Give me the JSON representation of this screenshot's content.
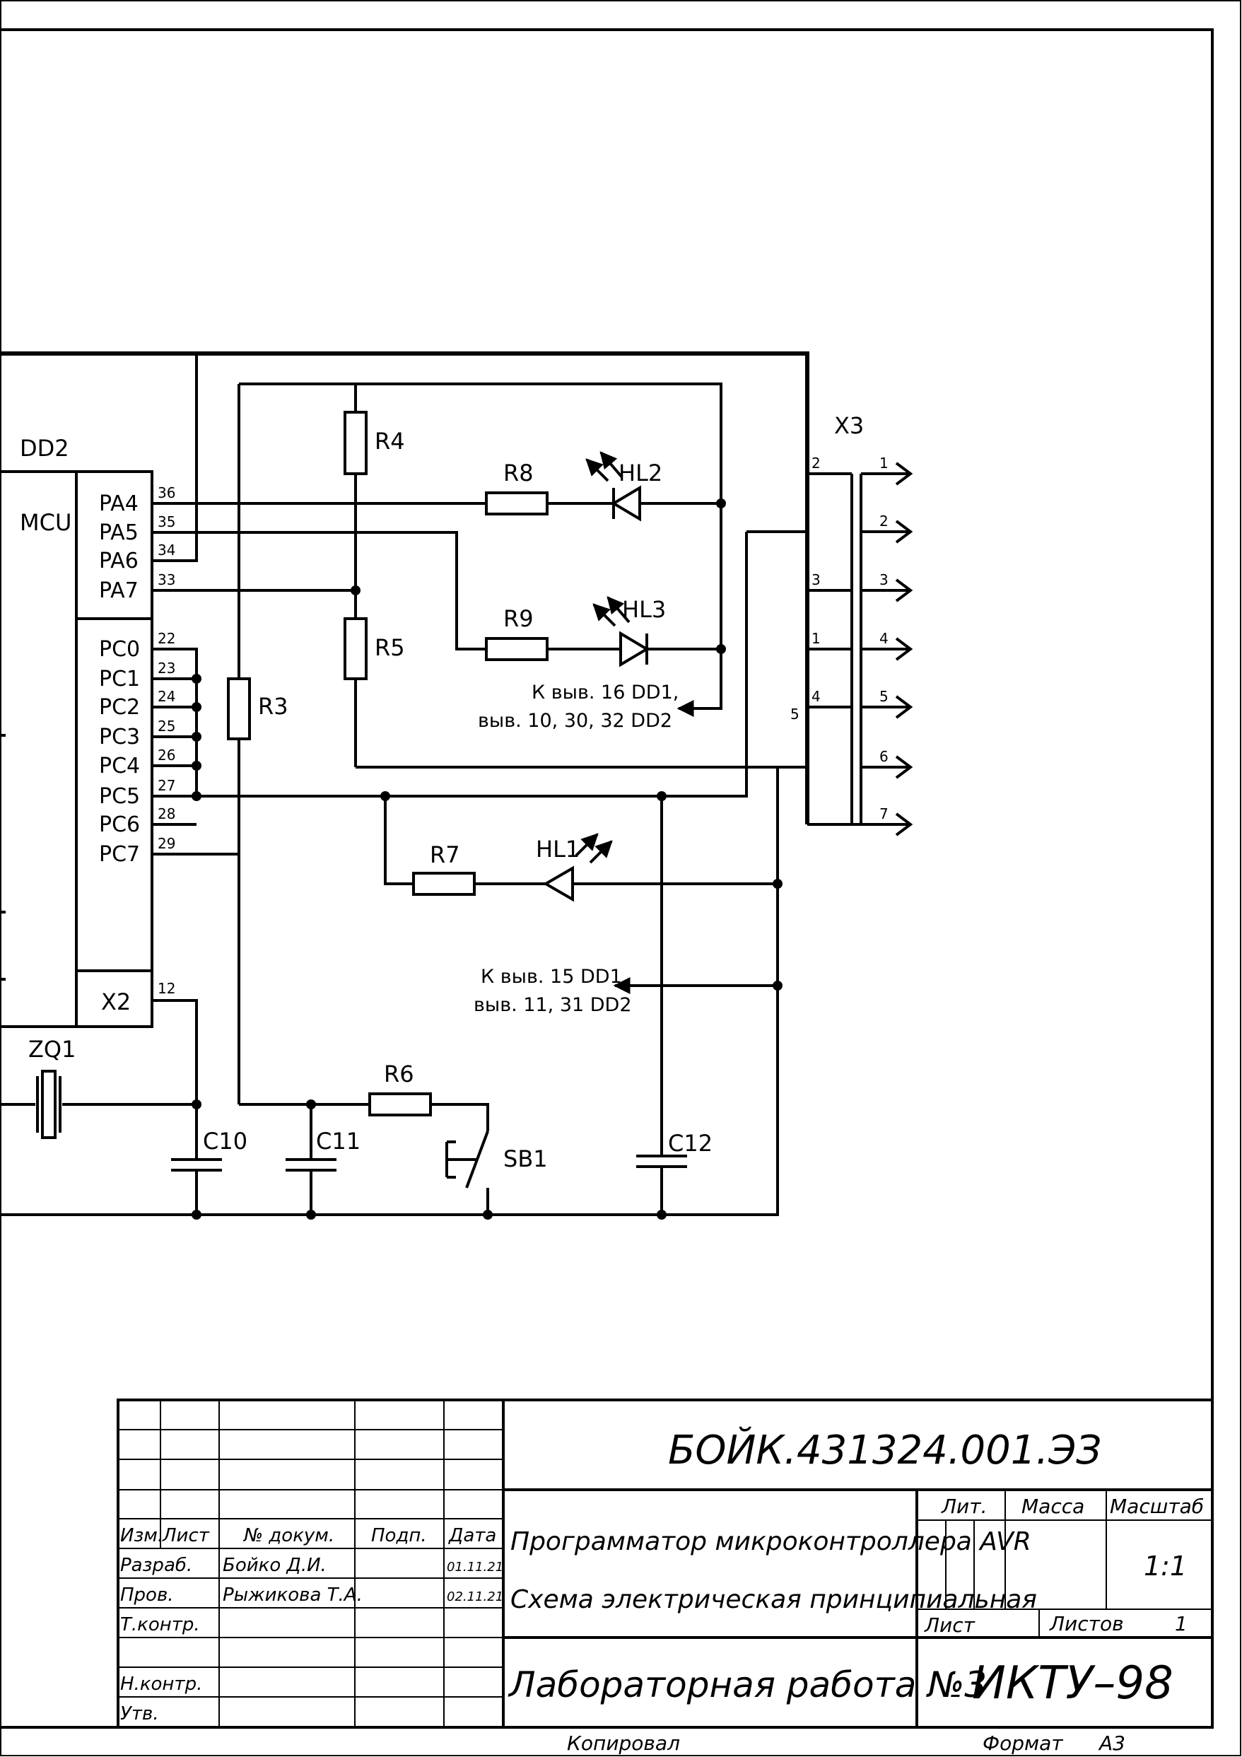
{
  "components": {
    "dd2": "DD2",
    "mcu": "MCU",
    "x2": "X2",
    "x3": "X3",
    "zq1": "ZQ1",
    "r3": "R3",
    "r4": "R4",
    "r5": "R5",
    "r6": "R6",
    "r7": "R7",
    "r8": "R8",
    "r9": "R9",
    "hl1": "HL1",
    "hl2": "HL2",
    "hl3": "HL3",
    "c10": "C10",
    "c11": "C11",
    "c12": "C12",
    "sb1": "SB1"
  },
  "mcu_pins": [
    {
      "name": "PA4",
      "num": "36"
    },
    {
      "name": "PA5",
      "num": "35"
    },
    {
      "name": "PA6",
      "num": "34"
    },
    {
      "name": "PA7",
      "num": "33"
    },
    {
      "name": "PC0",
      "num": "22"
    },
    {
      "name": "PC1",
      "num": "23"
    },
    {
      "name": "PC2",
      "num": "24"
    },
    {
      "name": "PC3",
      "num": "25"
    },
    {
      "name": "PC4",
      "num": "26"
    },
    {
      "name": "PC5",
      "num": "27"
    },
    {
      "name": "PC6",
      "num": "28"
    },
    {
      "name": "PC7",
      "num": "29"
    }
  ],
  "x2_pin": "12",
  "x3_left_pins": [
    "2",
    "3",
    "1",
    "4",
    "5"
  ],
  "x3_right_pins": [
    "1",
    "2",
    "3",
    "4",
    "5",
    "6",
    "7"
  ],
  "notes": {
    "vcc_line1": "К выв. 16 DD1,",
    "vcc_line2": "выв. 10, 30, 32 DD2",
    "gnd_line1": "К выв. 15 DD1,",
    "gnd_line2": "выв. 11, 31 DD2"
  },
  "title_block": {
    "doc_code": "БОЙК.431324.001.ЭЗ",
    "title_line1": "Программатор микроконтроллера AVR",
    "title_line2": "Схема электрическая принципиальная",
    "org_work": "Лабораторная работа №3",
    "group": "ИКТУ–98",
    "col_izm": "Изм.",
    "col_list": "Лист",
    "col_dokum": "№ докум.",
    "col_podp": "Подп.",
    "col_data": "Дата",
    "row_razrab": "Разраб.",
    "row_prov": "Пров.",
    "row_tkontr": "Т.контр.",
    "row_nkontr": "Н.контр.",
    "row_utv": "Утв.",
    "razrab_name": "Бойко Д.И.",
    "razrab_date": "01.11.21",
    "prov_name": "Рыжикова Т.А.",
    "prov_date": "02.11.21",
    "lit": "Лит.",
    "massa": "Масса",
    "masshtab": "Масштаб",
    "scale": "1:1",
    "sheet_label": "Лист",
    "sheets_label": "Листов",
    "sheets_count": "1",
    "copied": "Копировал",
    "format_label": "Формат",
    "format_value": "А3"
  }
}
